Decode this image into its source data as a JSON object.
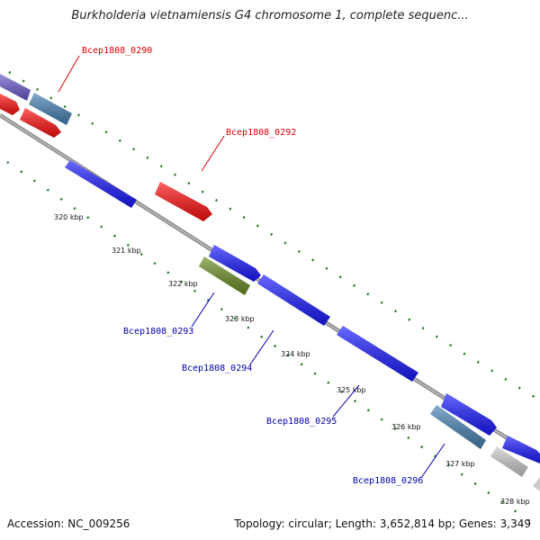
{
  "title": "Burkholderia vietnamiensis G4 chromosome 1, complete sequenc...",
  "footer": {
    "accession": "Accession: NC_009256",
    "summary": "Topology: circular; Length: 3,652,814 bp; Genes: 3,349"
  },
  "colors": {
    "red": "#ff1010",
    "blue": "#1a1aff",
    "steelblue": "#4682b4",
    "purple": "#6a5acd",
    "olive": "#6b8e23",
    "grey": "#cccccc",
    "backbone": "#8c8c8c",
    "dots": "#1a7a1a",
    "label_red": "#dd0000",
    "label_blue": "#0000aa"
  },
  "ticks": [
    "320 kbp",
    "321 kbp",
    "322 kbp",
    "323 kbp",
    "324 kbp",
    "325 kbp",
    "326 kbp",
    "327 kbp",
    "328 kbp"
  ],
  "gene_labels": [
    "Bcep1808_0290",
    "Bcep1808_0292",
    "Bcep1808_0293",
    "Bcep1808_0294",
    "Bcep1808_0295",
    "Bcep1808_0296"
  ]
}
